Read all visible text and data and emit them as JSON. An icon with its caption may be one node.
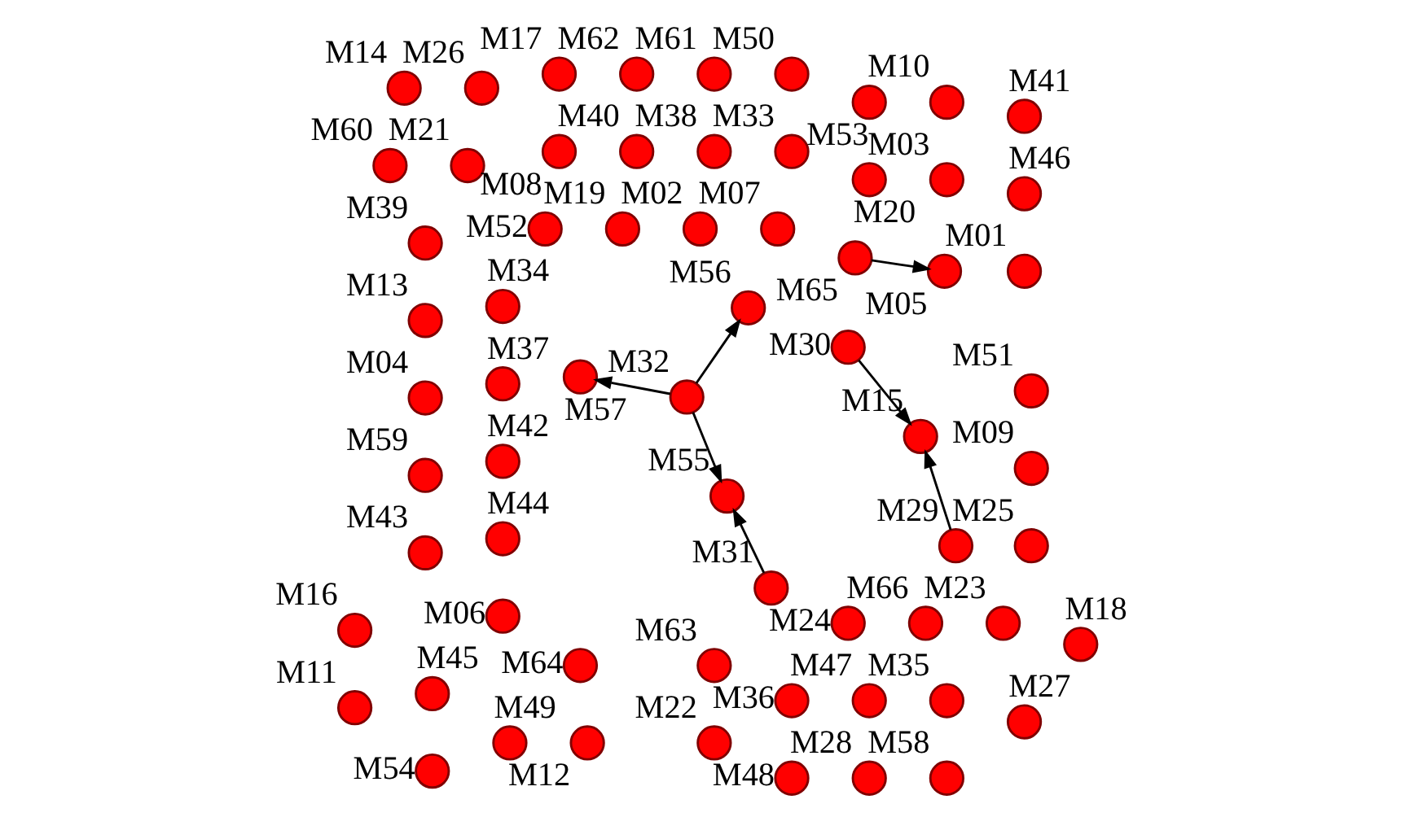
{
  "diagram": {
    "nodes": [
      {
        "text": [],
        "shape": "circle",
        "beside": [
          "M07"
        ]
      },
      {
        "text": [],
        "shape": "circle",
        "beside": [
          "M02"
        ]
      },
      {
        "text": [],
        "shape": "circle",
        "beside": [
          "M19"
        ]
      },
      {
        "text": [],
        "shape": "circle",
        "beside": [
          "M52"
        ]
      },
      {
        "text": [],
        "shape": "circle",
        "beside": [
          "M24"
        ]
      },
      {
        "text": [],
        "shape": "circle",
        "beside": [
          "M66"
        ]
      },
      {
        "text": [],
        "shape": "circle",
        "beside": [
          "M34"
        ]
      },
      {
        "text": [],
        "shape": "circle",
        "beside": [
          "M37"
        ]
      },
      {
        "text": [],
        "shape": "circle",
        "beside": [
          "M42"
        ]
      },
      {
        "text": [],
        "shape": "circle",
        "beside": [
          "M44"
        ]
      },
      {
        "text": [],
        "shape": "circle",
        "beside": [
          "M06"
        ]
      },
      {
        "text": [],
        "shape": "circle",
        "beside": [
          "M03"
        ]
      },
      {
        "text": [],
        "shape": "circle",
        "beside": [
          "M20"
        ]
      },
      {
        "text": [],
        "shape": "circle",
        "beside": [
          "M21"
        ]
      },
      {
        "text": [],
        "shape": "circle",
        "beside": [
          "M63"
        ]
      },
      {
        "text": [],
        "shape": "circle",
        "beside": [
          "M64"
        ]
      },
      {
        "text": [],
        "shape": "circle",
        "beside": [
          "M33"
        ]
      },
      {
        "text": [],
        "shape": "circle",
        "beside": [
          "M38"
        ]
      },
      {
        "text": [],
        "shape": "circle",
        "beside": [
          "M40"
        ]
      },
      {
        "text": [],
        "shape": "circle",
        "beside": [
          "M08"
        ]
      },
      {
        "text": [],
        "shape": "circle",
        "beside": [
          "M45"
        ]
      },
      {
        "text": [],
        "shape": "circle",
        "beside": [
          "M65"
        ]
      },
      {
        "text": [],
        "shape": "circle",
        "beside": [
          "M36"
        ]
      },
      {
        "text": [],
        "shape": "circle",
        "beside": [
          "M47"
        ]
      },
      {
        "text": [],
        "shape": "circle",
        "beside": [
          "M05"
        ]
      },
      {
        "text": [],
        "shape": "circle",
        "beside": [
          "M35"
        ]
      },
      {
        "text": [],
        "shape": "circle",
        "beside": [
          "M23"
        ]
      },
      {
        "text": [],
        "shape": "circle",
        "beside": [
          "M39"
        ]
      },
      {
        "text": [],
        "shape": "circle",
        "beside": [
          "M13"
        ]
      },
      {
        "text": [],
        "shape": "circle",
        "beside": [
          "M04"
        ]
      },
      {
        "text": [],
        "shape": "circle",
        "beside": [
          "M59"
        ]
      },
      {
        "text": [],
        "shape": "circle",
        "beside": [
          "M43"
        ]
      },
      {
        "text": [],
        "shape": "circle",
        "beside": [
          "M27"
        ]
      },
      {
        "text": [],
        "shape": "circle",
        "beside": [
          "M01"
        ]
      },
      {
        "text": [],
        "shape": "circle",
        "beside": [
          "M46"
        ]
      },
      {
        "text": [],
        "shape": "circle",
        "beside": [
          "M30"
        ]
      },
      {
        "text": [],
        "shape": "circle",
        "beside": [
          "M32"
        ]
      },
      {
        "text": [],
        "shape": "circle",
        "beside": [
          "M31"
        ]
      },
      {
        "text": [],
        "shape": "circle",
        "beside": [
          "M41"
        ]
      },
      {
        "text": [],
        "shape": "circle",
        "beside": [
          "M10"
        ]
      },
      {
        "text": [],
        "shape": "circle",
        "beside": [
          "M53"
        ]
      },
      {
        "text": [],
        "shape": "circle",
        "beside": [
          "M25"
        ]
      },
      {
        "text": [],
        "shape": "circle",
        "beside": [
          "M09"
        ]
      },
      {
        "text": [],
        "shape": "circle",
        "beside": [
          "M51"
        ]
      },
      {
        "text": [],
        "shape": "circle",
        "beside": [
          "M15"
        ]
      },
      {
        "text": [],
        "shape": "circle",
        "beside": [
          "M26"
        ]
      },
      {
        "text": [],
        "shape": "circle",
        "beside": [
          "M14"
        ]
      },
      {
        "text": [],
        "shape": "circle",
        "beside": [
          "M55"
        ]
      },
      {
        "text": [],
        "shape": "circle",
        "beside": [
          "M60"
        ]
      },
      {
        "text": [],
        "shape": "circle",
        "beside": [
          "M29"
        ]
      },
      {
        "text": [],
        "shape": "circle",
        "beside": [
          "M57"
        ]
      },
      {
        "text": [],
        "shape": "circle",
        "beside": [
          "M56"
        ]
      },
      {
        "text": [],
        "shape": "circle",
        "beside": [
          "M22"
        ]
      },
      {
        "text": [],
        "shape": "circle",
        "beside": [
          "M49"
        ]
      },
      {
        "text": [],
        "shape": "circle",
        "beside": [
          "M12"
        ]
      },
      {
        "text": [],
        "shape": "circle",
        "beside": [
          "M50"
        ]
      },
      {
        "text": [],
        "shape": "circle",
        "beside": [
          "M61"
        ]
      },
      {
        "text": [],
        "shape": "circle",
        "beside": [
          "M62"
        ]
      },
      {
        "text": [],
        "shape": "circle",
        "beside": [
          "M17"
        ]
      },
      {
        "text": [],
        "shape": "circle",
        "beside": [
          "M16"
        ]
      },
      {
        "text": [],
        "shape": "circle",
        "beside": [
          "M11"
        ]
      },
      {
        "text": [],
        "shape": "circle",
        "beside": [
          "M54"
        ]
      },
      {
        "text": [],
        "shape": "circle",
        "beside": [
          "M48"
        ]
      },
      {
        "text": [],
        "shape": "circle",
        "beside": [
          "M28"
        ]
      },
      {
        "text": [],
        "shape": "circle",
        "beside": [
          "M58"
        ]
      },
      {
        "text": [],
        "shape": "circle",
        "beside": [
          "M18"
        ]
      }
    ],
    "edges": [
      {
        "from": 21,
        "to": 24,
        "arrow": "to"
      },
      {
        "from": 35,
        "to": 44,
        "arrow": "to"
      },
      {
        "from": 49,
        "to": 44,
        "arrow": "to"
      },
      {
        "from": 36,
        "to": 50,
        "arrow": "to"
      },
      {
        "from": 36,
        "to": 51,
        "arrow": "to"
      },
      {
        "from": 36,
        "to": 47,
        "arrow": "to"
      },
      {
        "from": 37,
        "to": 47,
        "arrow": "to"
      }
    ]
  }
}
